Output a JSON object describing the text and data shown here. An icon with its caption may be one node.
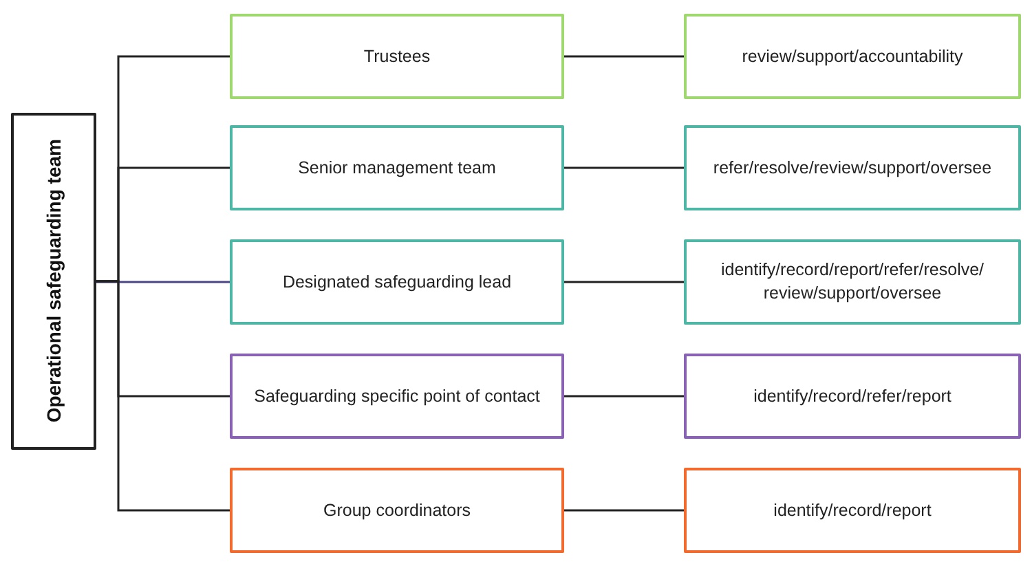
{
  "diagram": {
    "nodes": [
      {
        "text": [
          "Operational safeguarding team"
        ]
      },
      {
        "text": [
          "Trustees"
        ]
      },
      {
        "text": [
          "review/support/accountability"
        ]
      },
      {
        "text": [
          "Senior management team"
        ]
      },
      {
        "text": [
          "refer/resolve/review/support/oversee"
        ]
      },
      {
        "text": [
          "Designated safeguarding lead"
        ]
      },
      {
        "text": [
          "identify/record/report/refer/resolve/ review/support/oversee"
        ]
      },
      {
        "text": [
          "Safeguarding specific point of contact"
        ]
      },
      {
        "text": [
          "identify/record/refer/report"
        ]
      },
      {
        "text": [
          "Group coordinators"
        ]
      },
      {
        "text": [
          "identify/record/report"
        ]
      }
    ],
    "edges": [
      {
        "from": 0,
        "to": 1,
        "arrow": "none"
      },
      {
        "from": 0,
        "to": 3,
        "arrow": "none"
      },
      {
        "from": 0,
        "to": 5,
        "arrow": "none",
        "color": "#4a4585"
      },
      {
        "from": 0,
        "to": 7,
        "arrow": "none"
      },
      {
        "from": 0,
        "to": 9,
        "arrow": "none"
      },
      {
        "from": 1,
        "to": 2,
        "arrow": "none"
      },
      {
        "from": 3,
        "to": 4,
        "arrow": "none"
      },
      {
        "from": 5,
        "to": 6,
        "arrow": "none"
      },
      {
        "from": 7,
        "to": 8,
        "arrow": "none"
      },
      {
        "from": 9,
        "to": 10,
        "arrow": "none"
      }
    ]
  }
}
